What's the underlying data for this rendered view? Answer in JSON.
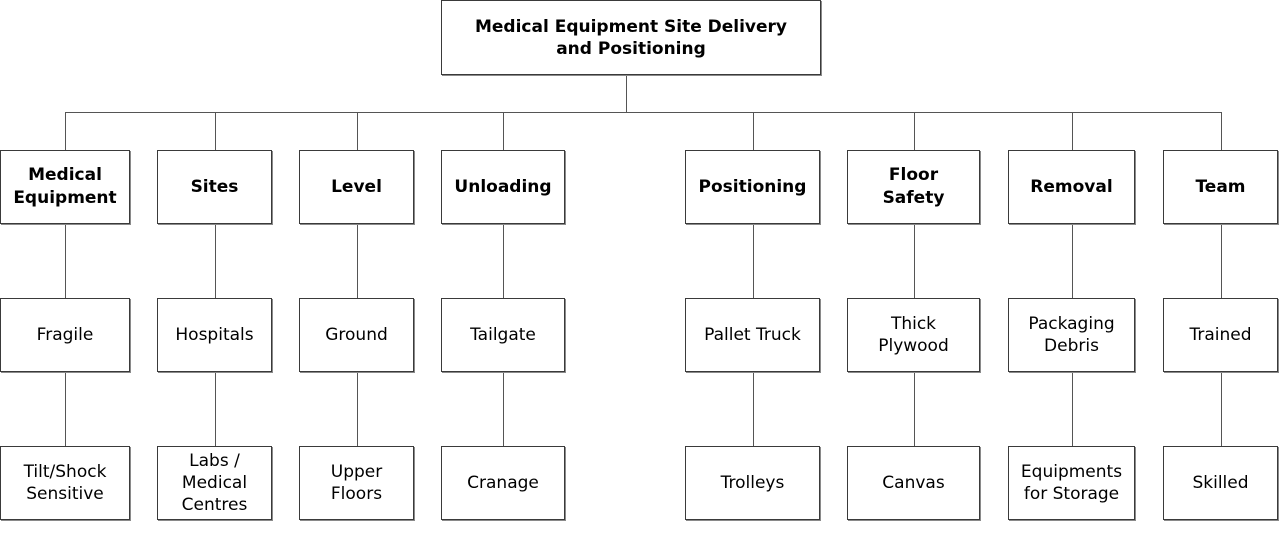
{
  "diagram": {
    "type": "hierarchy",
    "root": "Medical Equipment Site Delivery and Positioning",
    "root_lines": [
      "Medical Equipment Site Delivery",
      "and Positioning"
    ],
    "columns": [
      {
        "title_lines": [
          "Medical",
          "Equipment"
        ],
        "title": "Medical Equipment",
        "children": [
          {
            "lines": [
              "Fragile"
            ]
          },
          {
            "lines": [
              "Tilt/Shock",
              "Sensitive"
            ]
          }
        ]
      },
      {
        "title_lines": [
          "Sites"
        ],
        "title": "Sites",
        "children": [
          {
            "lines": [
              "Hospitals"
            ]
          },
          {
            "lines": [
              "Labs /",
              "Medical",
              "Centres"
            ]
          }
        ]
      },
      {
        "title_lines": [
          "Level"
        ],
        "title": "Level",
        "children": [
          {
            "lines": [
              "Ground"
            ]
          },
          {
            "lines": [
              "Upper",
              "Floors"
            ]
          }
        ]
      },
      {
        "title_lines": [
          "Unloading"
        ],
        "title": "Unloading",
        "children": [
          {
            "lines": [
              "Tailgate"
            ]
          },
          {
            "lines": [
              "Cranage"
            ]
          }
        ]
      },
      {
        "title_lines": [
          "Positioning"
        ],
        "title": "Positioning",
        "children": [
          {
            "lines": [
              "Pallet Truck"
            ]
          },
          {
            "lines": [
              "Trolleys"
            ]
          }
        ]
      },
      {
        "title_lines": [
          "Floor",
          "Safety"
        ],
        "title": "Floor Safety",
        "children": [
          {
            "lines": [
              "Thick",
              "Plywood"
            ]
          },
          {
            "lines": [
              "Canvas"
            ]
          }
        ]
      },
      {
        "title_lines": [
          "Removal"
        ],
        "title": "Removal",
        "children": [
          {
            "lines": [
              "Packaging",
              "Debris"
            ]
          },
          {
            "lines": [
              "Equipments",
              "for Storage"
            ]
          }
        ]
      },
      {
        "title_lines": [
          "Team"
        ],
        "title": "Team",
        "children": [
          {
            "lines": [
              "Trained"
            ]
          },
          {
            "lines": [
              "Skilled"
            ]
          }
        ]
      }
    ]
  }
}
